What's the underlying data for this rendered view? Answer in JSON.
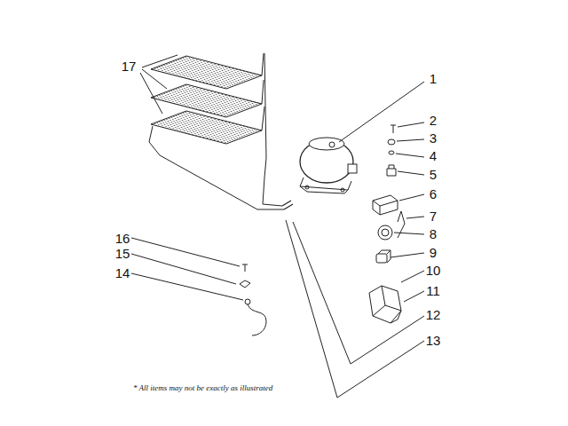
{
  "diagram": {
    "labels": [
      "1",
      "2",
      "3",
      "4",
      "5",
      "6",
      "7",
      "8",
      "9",
      "10",
      "11",
      "12",
      "13",
      "14",
      "15",
      "16",
      "17",
      "* All items may not be exactly as illustrated"
    ]
  }
}
